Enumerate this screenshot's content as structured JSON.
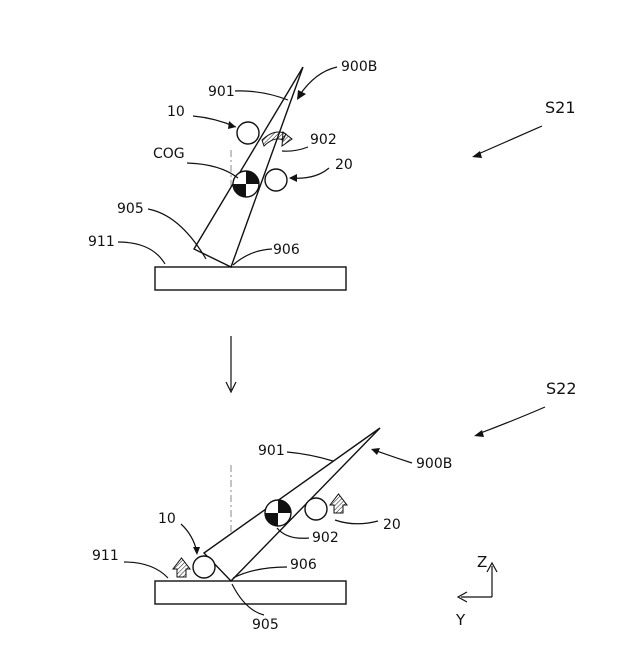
{
  "upper": {
    "step": "S21",
    "labels": {
      "assembly": "900B",
      "blade": "901",
      "edge_top": "902",
      "edge_bottom": "905",
      "tip": "906",
      "surface": "911",
      "roller_left": "10",
      "roller_right": "20",
      "cog": "COG"
    }
  },
  "lower": {
    "step": "S22",
    "labels": {
      "assembly": "900B",
      "blade": "901",
      "edge_top": "902",
      "edge_bottom": "905",
      "tip": "906",
      "surface": "911",
      "roller_left": "10",
      "roller_right": "20"
    }
  },
  "axes": {
    "z": "Z",
    "y": "Y"
  }
}
